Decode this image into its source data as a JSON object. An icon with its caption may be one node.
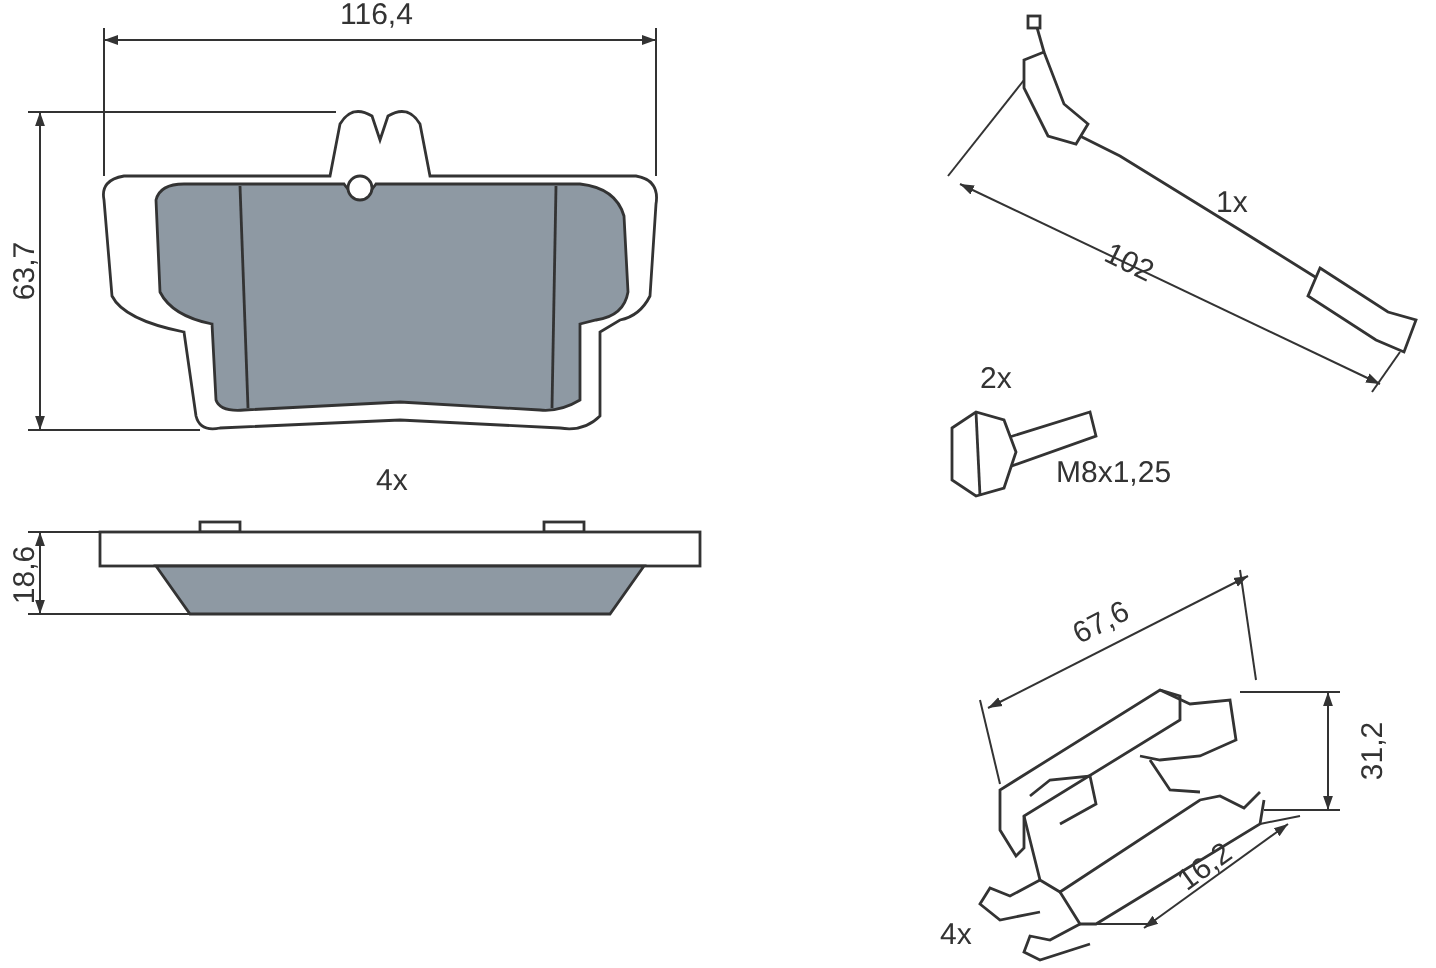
{
  "diagram": {
    "labels": [
      "116,4",
      "63,7",
      "1x",
      "102",
      "2x",
      "M8x1,25",
      "4x",
      "18,6",
      "67,6",
      "31,2",
      "16,2",
      "4x"
    ]
  }
}
